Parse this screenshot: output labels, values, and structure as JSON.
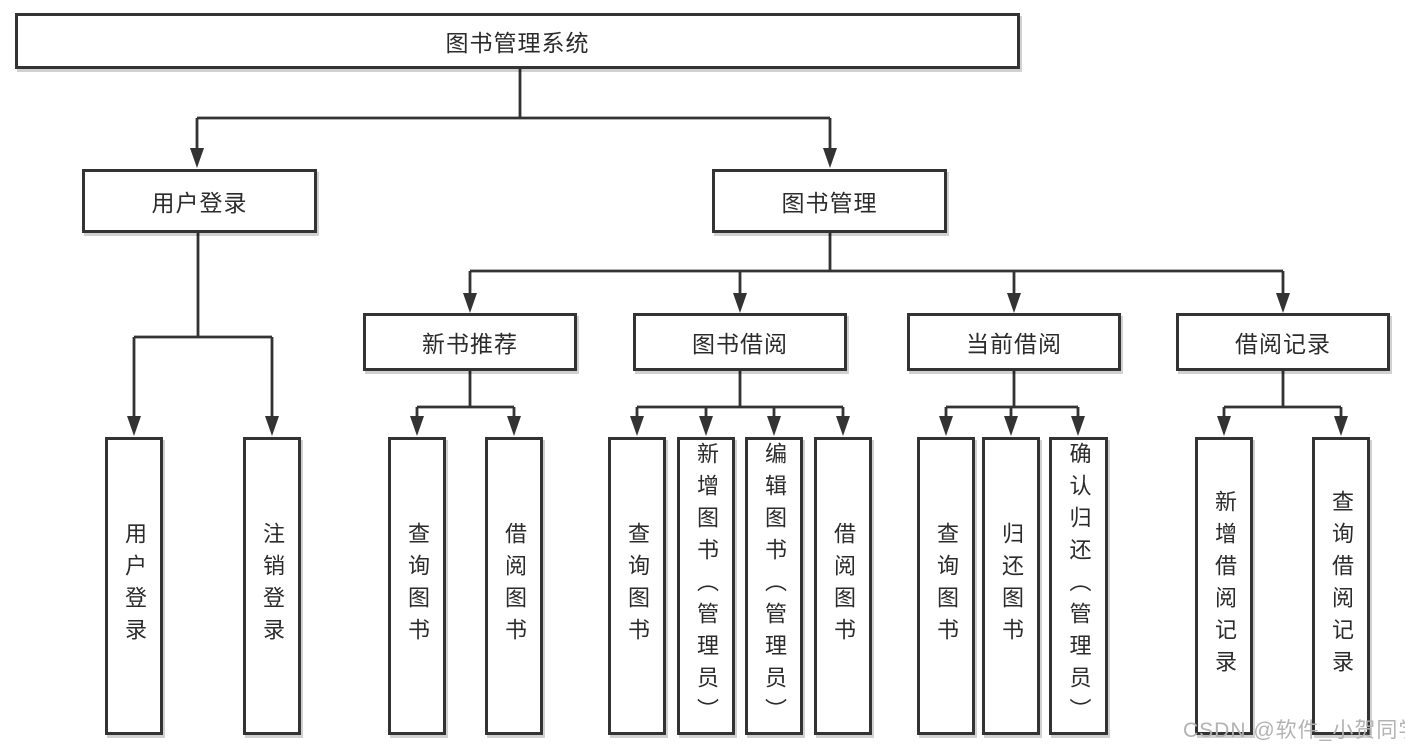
{
  "diagram": {
    "type": "hierarchy-tree",
    "title": "图书管理系统",
    "orientation": "top-down"
  },
  "colors": {
    "background": "#ffffff",
    "line": "#333333",
    "box_border": "#333333",
    "box_fill": "#ffffff",
    "label_text": "#2b2b2b",
    "watermark_text": "#b3b3b3"
  },
  "watermark": {
    "text": "CSDN @软件_小贺同学"
  },
  "nodes": {
    "root": {
      "label": "图书管理系统"
    },
    "user_login": {
      "label": "用户登录",
      "parent": "root"
    },
    "book_management": {
      "label": "图书管理",
      "parent": "root"
    },
    "login_action": {
      "label": "用户登录",
      "parent": "user_login"
    },
    "logout_action": {
      "label": "注销登录",
      "parent": "user_login"
    },
    "new_book_recommend": {
      "label": "新书推荐",
      "parent": "book_management"
    },
    "book_borrowing": {
      "label": "图书借阅",
      "parent": "book_management"
    },
    "current_borrowing": {
      "label": "当前借阅",
      "parent": "book_management"
    },
    "borrowing_records": {
      "label": "借阅记录",
      "parent": "book_management"
    },
    "nbr_query_books": {
      "label": "查询图书",
      "parent": "new_book_recommend"
    },
    "nbr_borrow_books": {
      "label": "借阅图书",
      "parent": "new_book_recommend"
    },
    "bb_query_books": {
      "label": "查询图书",
      "parent": "book_borrowing"
    },
    "bb_add_books_admin": {
      "label": "新增图书（管理员）",
      "parent": "book_borrowing"
    },
    "bb_edit_books_admin": {
      "label": "编辑图书（管理员）",
      "parent": "book_borrowing"
    },
    "bb_borrow_books": {
      "label": "借阅图书",
      "parent": "book_borrowing"
    },
    "cb_query_books": {
      "label": "查询图书",
      "parent": "current_borrowing"
    },
    "cb_return_books": {
      "label": "归还图书",
      "parent": "current_borrowing"
    },
    "cb_confirm_return_admin": {
      "label": "确认归还（管理员）",
      "parent": "current_borrowing"
    },
    "br_add_record": {
      "label": "新增借阅记录",
      "parent": "borrowing_records"
    },
    "br_query_record": {
      "label": "查询借阅记录",
      "parent": "borrowing_records"
    }
  }
}
